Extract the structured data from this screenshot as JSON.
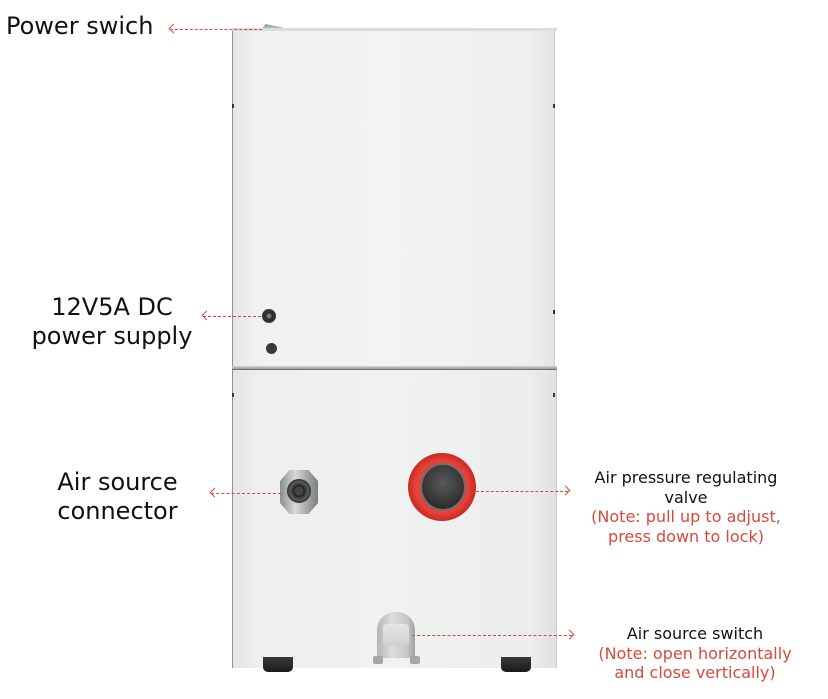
{
  "labels": {
    "power_switch": "Power swich",
    "dc_supply_line1": "12V5A DC",
    "dc_supply_line2": "power supply",
    "air_connector_line1": "Air source",
    "air_connector_line2": "connector",
    "regulator_title_line1": "Air pressure regulating",
    "regulator_title_line2": "valve",
    "regulator_note_line1": "(Note: pull up to adjust,",
    "regulator_note_line2": "press down to lock)",
    "air_switch_title": "Air source switch",
    "air_switch_note_line1": "(Note: open horizontally",
    "air_switch_note_line2": "and close vertically)"
  },
  "colors": {
    "annotation_red": "#d9493a",
    "text": "#111111",
    "regulator_red": "#e6413a"
  }
}
